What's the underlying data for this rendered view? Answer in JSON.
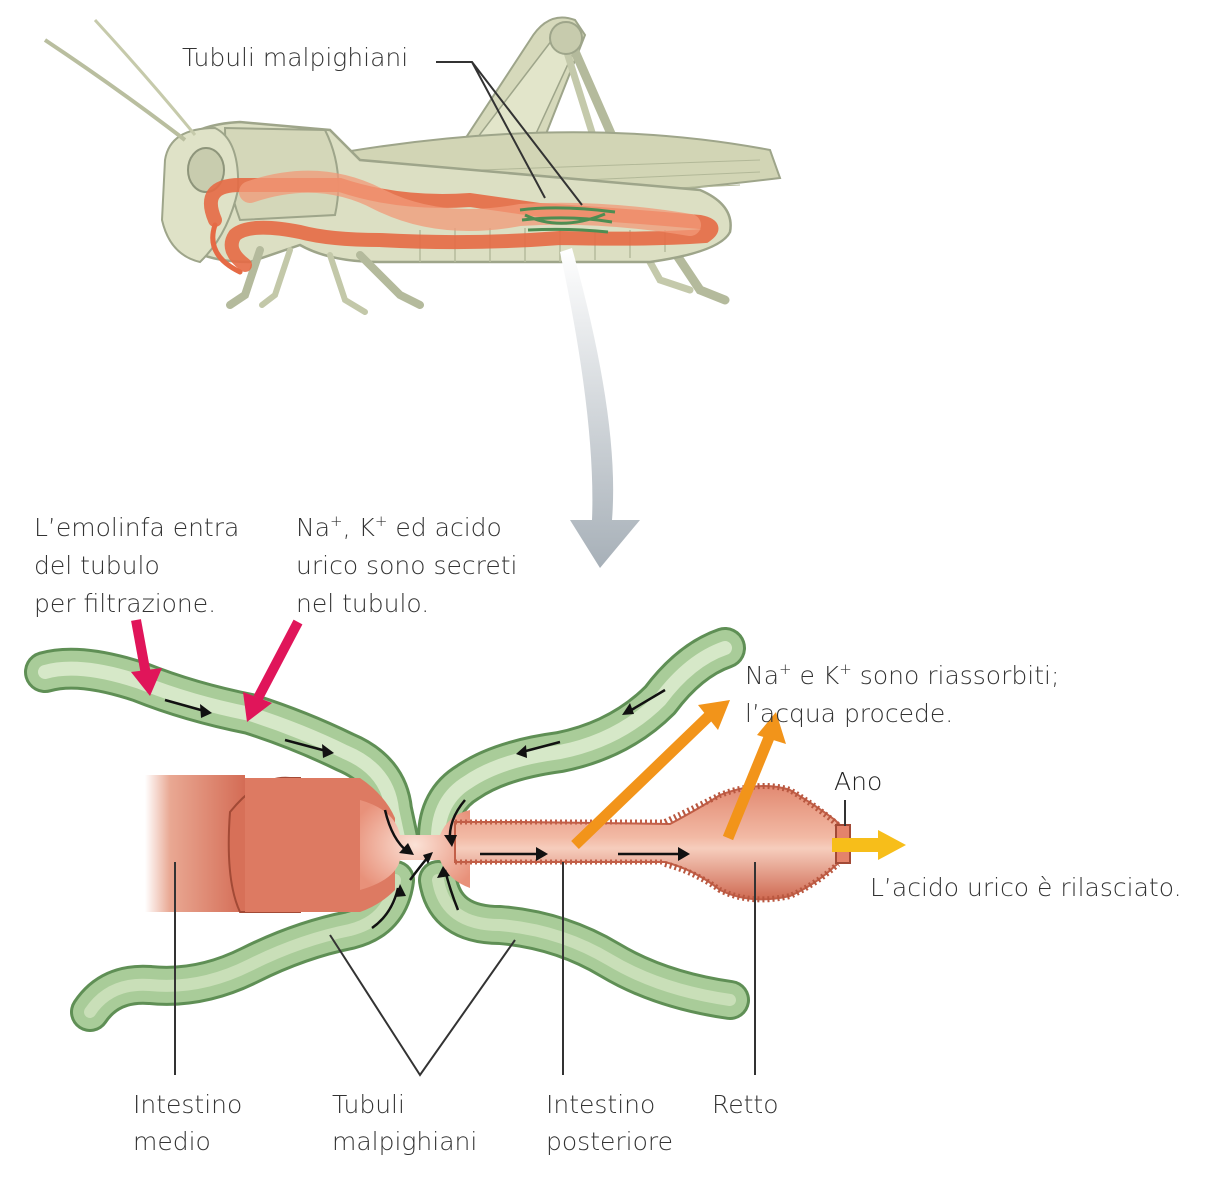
{
  "labels": {
    "top_tubules": "Tubuli malpighiani",
    "hemolymph_1": "L’emolinfa entra",
    "hemolymph_2": "del tubulo",
    "hemolymph_3": "per filtrazione.",
    "secretion_na": "Na",
    "secretion_k": ", K",
    "secretion_rest": " ed acido",
    "secretion_2": "urico sono secreti",
    "secretion_3": "nel tubulo.",
    "reabs_na": "Na",
    "reabs_e": " e K",
    "reabs_rest": " sono riassorbiti;",
    "reabs_2": "l’acqua procede.",
    "plus": "+",
    "anus": "Ano",
    "uric_released": "L’acido urico è rilasciato.",
    "midgut_1": "Intestino",
    "midgut_2": "medio",
    "tubules_1": "Tubuli",
    "tubules_2": "malpighiani",
    "hindgut_1": "Intestino",
    "hindgut_2": "posteriore",
    "rectum": "Retto"
  },
  "colors": {
    "insect_body": "#d9dcc0",
    "insect_outline": "#9ea58a",
    "gut_red": "#d9705a",
    "gut_light": "#f4c3b0",
    "tubule_green": "#9ec48e",
    "tubule_dark": "#5f8f55",
    "magenta_arrow": "#e0155a",
    "orange_arrow": "#f2941a",
    "yellow_arrow": "#f7be1a",
    "flow_arrow": "#111111"
  }
}
